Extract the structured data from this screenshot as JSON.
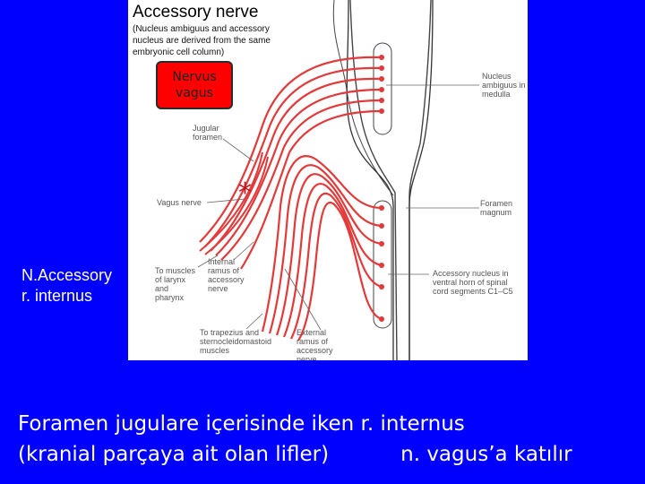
{
  "figure": {
    "title": "Accessory nerve",
    "note": "(Nucleus ambiguus and accessory nucleus are derived from the same embryonic cell column)",
    "vagus_box_label": "Nervus vagus",
    "asterisk": "*",
    "labels": {
      "nucleus_ambiguus": "Nucleus ambiguus in medulla",
      "jugular_foramen": "Jugular foramen",
      "vagus_nerve": "Vagus nerve",
      "foramen_magnum": "Foramen magnum",
      "to_muscles": "To muscles of larynx and pharynx",
      "internal_ramus": "Internal ramus of accessory nerve",
      "accessory_nucleus": "Accessory nucleus in ventral horn of spinal cord segments C1–C5",
      "to_trapezius": "To trapezius and sternocleidomastoid muscles",
      "external_ramus": "External ramus of accessory nerve"
    }
  },
  "side_label": {
    "line1": "N.Accessory",
    "line2": "r. internus"
  },
  "caption": {
    "line1": "Foramen jugulare içerisinde iken r. internus",
    "line2_part1": "(kranial parçaya ait olan lifler)",
    "line2_part2": "n. vagus’a katılır"
  },
  "colors": {
    "background": "#0000ff",
    "nerve": "#e23a3a",
    "highlight_box": "#ff0000",
    "caption_text": "#ffffff"
  }
}
